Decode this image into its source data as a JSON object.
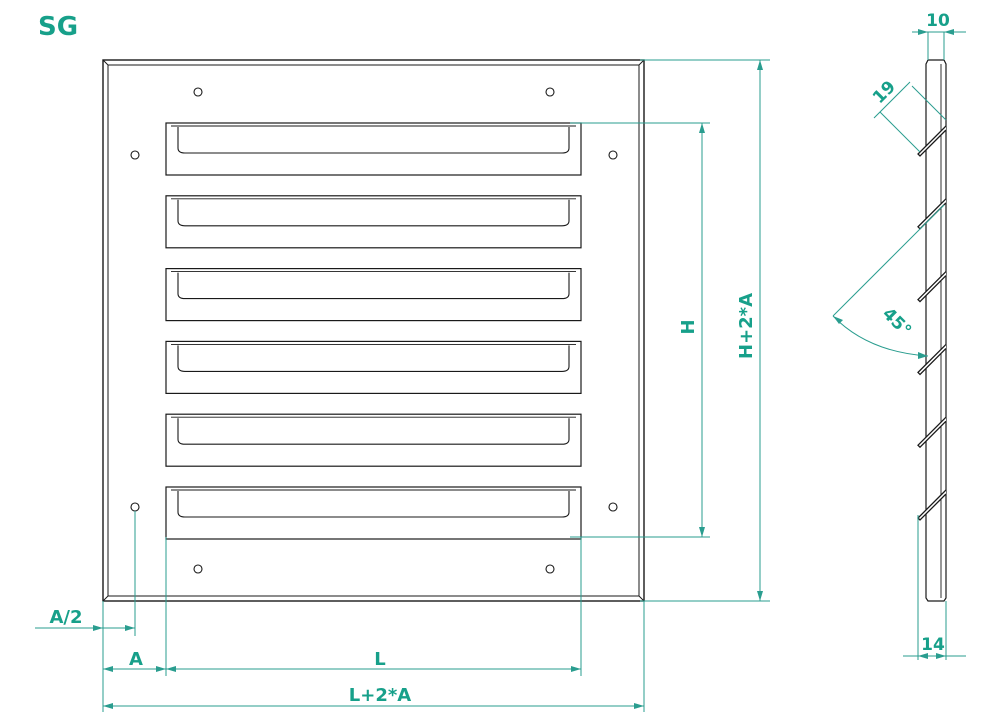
{
  "title": "SG",
  "labels": {
    "h": "H",
    "h_total": "H+2*A",
    "l": "L",
    "l_total": "L+2*A",
    "a": "A",
    "a_half": "A/2",
    "depth_top": "10",
    "blade": "19",
    "angle": "45°",
    "depth_bottom": "14"
  },
  "colors": {
    "dimension": "#2a9d8f",
    "label": "#17a08a",
    "outline": "#1a1a1a"
  },
  "louver_count": 6,
  "side_blade_count": 6
}
